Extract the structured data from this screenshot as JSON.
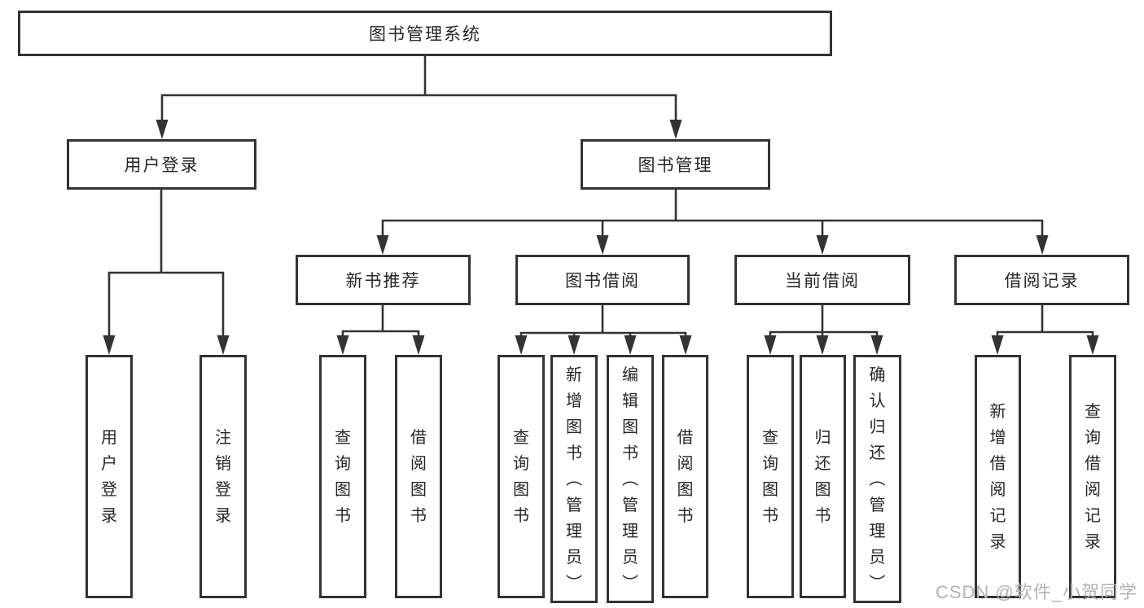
{
  "diagram": {
    "root": {
      "label": "图书管理系统"
    },
    "branches": [
      {
        "label": "用户登录",
        "children": [
          {
            "label": "用户登录"
          },
          {
            "label": "注销登录"
          }
        ]
      },
      {
        "label": "图书管理",
        "children": [
          {
            "label": "新书推荐",
            "children": [
              {
                "label": "查询图书"
              },
              {
                "label": "借阅图书"
              }
            ]
          },
          {
            "label": "图书借阅",
            "children": [
              {
                "label": "查询图书"
              },
              {
                "label": "新增图书（管理员）"
              },
              {
                "label": "编辑图书（管理员）"
              },
              {
                "label": "借阅图书"
              }
            ]
          },
          {
            "label": "当前借阅",
            "children": [
              {
                "label": "查询图书"
              },
              {
                "label": "归还图书"
              },
              {
                "label": "确认归还（管理员）"
              }
            ]
          },
          {
            "label": "借阅记录",
            "children": [
              {
                "label": "新增借阅记录"
              },
              {
                "label": "查询借阅记录"
              }
            ]
          }
        ]
      }
    ]
  },
  "watermark": {
    "text": "CSDN @软件_小贺同学"
  },
  "colors": {
    "line": "#333333",
    "text": "#262626",
    "background": "#ffffff",
    "watermark": "#b3b3b3"
  }
}
